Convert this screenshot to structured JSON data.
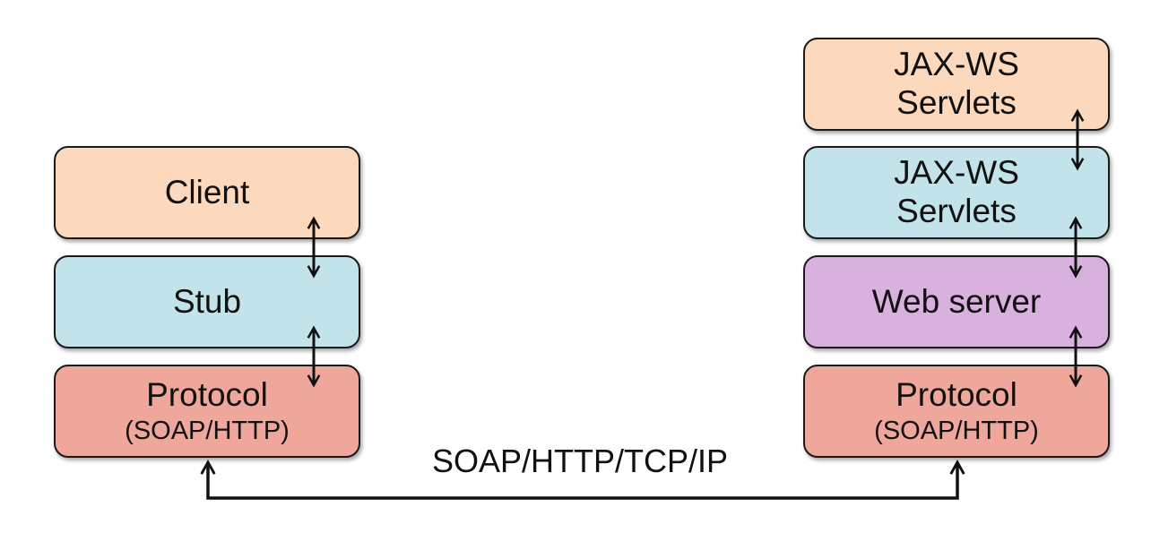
{
  "colors": {
    "peach": "#fcd9bd",
    "light_blue": "#c3e3ea",
    "salmon": "#eea79a",
    "lavender": "#d9b1de",
    "stroke": "#1a1a1a"
  },
  "client_stack": {
    "client": {
      "label": "Client",
      "color": "peach"
    },
    "stub": {
      "label": "Stub",
      "color": "light_blue"
    },
    "protocol": {
      "label": "Protocol",
      "sublabel": "(SOAP/HTTP)",
      "color": "salmon"
    }
  },
  "server_stack": {
    "jaxws_top": {
      "line1": "JAX-WS",
      "line2": "Servlets",
      "color": "peach"
    },
    "jaxws_second": {
      "line1": "JAX-WS",
      "line2": "Servlets",
      "color": "light_blue"
    },
    "web_server": {
      "label": "Web server",
      "color": "lavender"
    },
    "protocol": {
      "label": "Protocol",
      "sublabel": "(SOAP/HTTP)",
      "color": "salmon"
    }
  },
  "connection": {
    "label": "SOAP/HTTP/TCP/IP"
  }
}
